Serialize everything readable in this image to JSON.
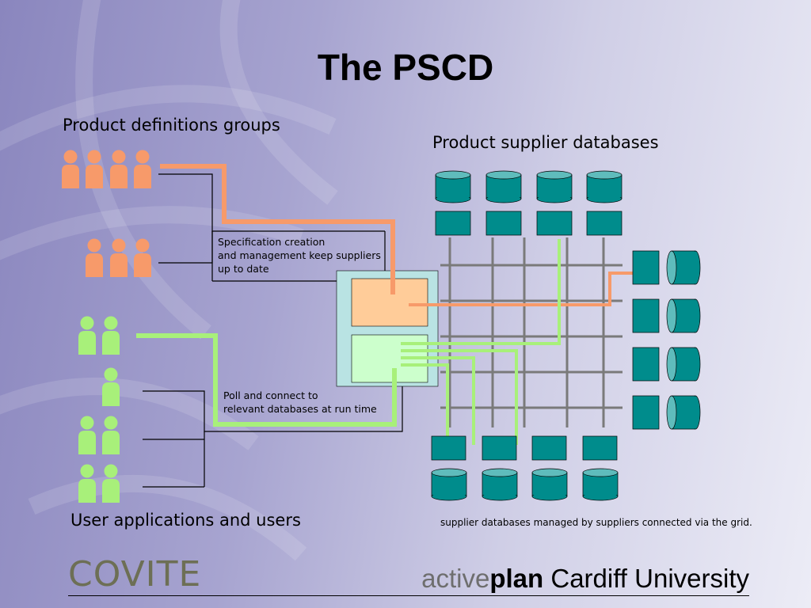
{
  "slide": {
    "title": "The PSCD",
    "groups_label": "Product definitions groups",
    "suppliers_label": "Product supplier databases",
    "users_label": "User applications and users",
    "spec_note": "Specification creation\nand management keep suppliers\nup to date",
    "poll_note": "Poll and connect to\nrelevant databases at run time",
    "grid_note": "supplier databases managed by suppliers connected via the grid."
  },
  "footer": {
    "left": "COVITE",
    "active": "active",
    "plan": "plan",
    "university": " Cardiff University"
  },
  "colors": {
    "orange": "#f79a6a",
    "green": "#a8f07a",
    "teal": "#008c8c",
    "grid": "#7a7a7a",
    "hub": "#b9e3e3"
  }
}
